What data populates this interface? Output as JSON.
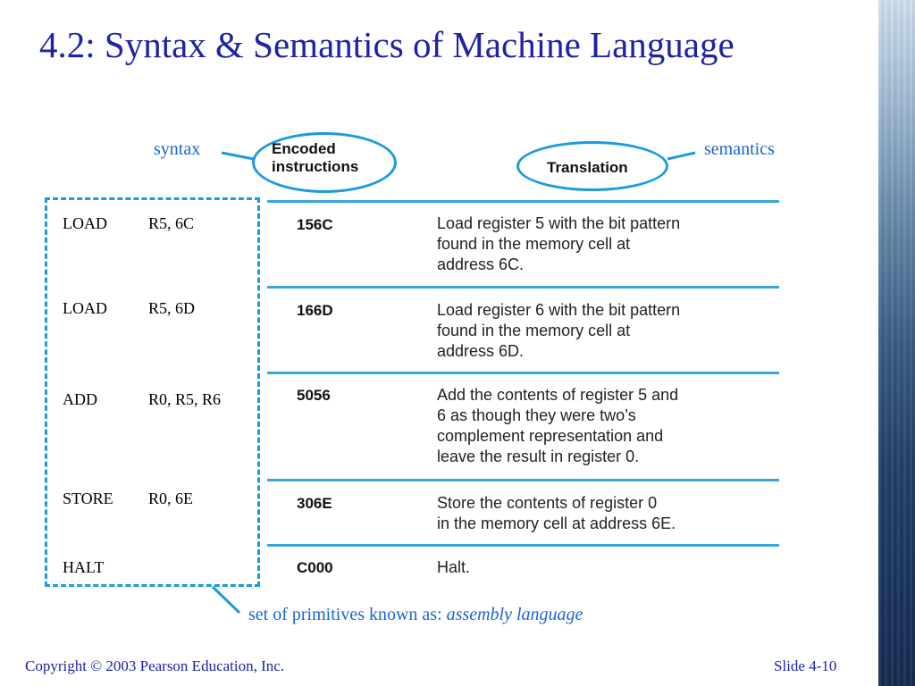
{
  "slide": {
    "title": "4.2: Syntax & Semantics of Machine Language",
    "callouts": {
      "syntax": "syntax",
      "semantics": "semantics"
    },
    "headers": {
      "encoded_line1": "Encoded",
      "encoded_line2": "instructions",
      "translation": "Translation"
    },
    "rows": [
      {
        "op": "LOAD",
        "args": "R5, 6C",
        "hex": "156C",
        "desc": [
          "Load register 5 with the bit pattern",
          "found in the memory cell at",
          "address 6C."
        ]
      },
      {
        "op": "LOAD",
        "args": "R5, 6D",
        "hex": "166D",
        "desc": [
          "Load register 6 with the bit pattern",
          "found in the memory cell at",
          "address 6D."
        ]
      },
      {
        "op": "ADD",
        "args": "R0, R5, R6",
        "hex": "5056",
        "desc": [
          "Add the contents of register 5 and",
          "6 as though they were two’s",
          "complement representation and",
          "leave the result in register 0."
        ]
      },
      {
        "op": "STORE",
        "args": "R0, 6E",
        "hex": "306E",
        "desc": [
          "Store the contents of register 0",
          "in the memory cell at address 6E."
        ]
      },
      {
        "op": "HALT",
        "args": "",
        "hex": "C000",
        "desc": [
          "Halt."
        ]
      }
    ],
    "footnote": {
      "prefix": "set of primitives known as: ",
      "emphasis": "assembly language"
    },
    "footer": {
      "copyright": "Copyright © 2003 Pearson Education, Inc.",
      "slide_number": "Slide 4-10"
    },
    "colors": {
      "title": "#1e22a6",
      "callout": "#1a64d2",
      "accent_line": "#1a9ae0"
    }
  }
}
